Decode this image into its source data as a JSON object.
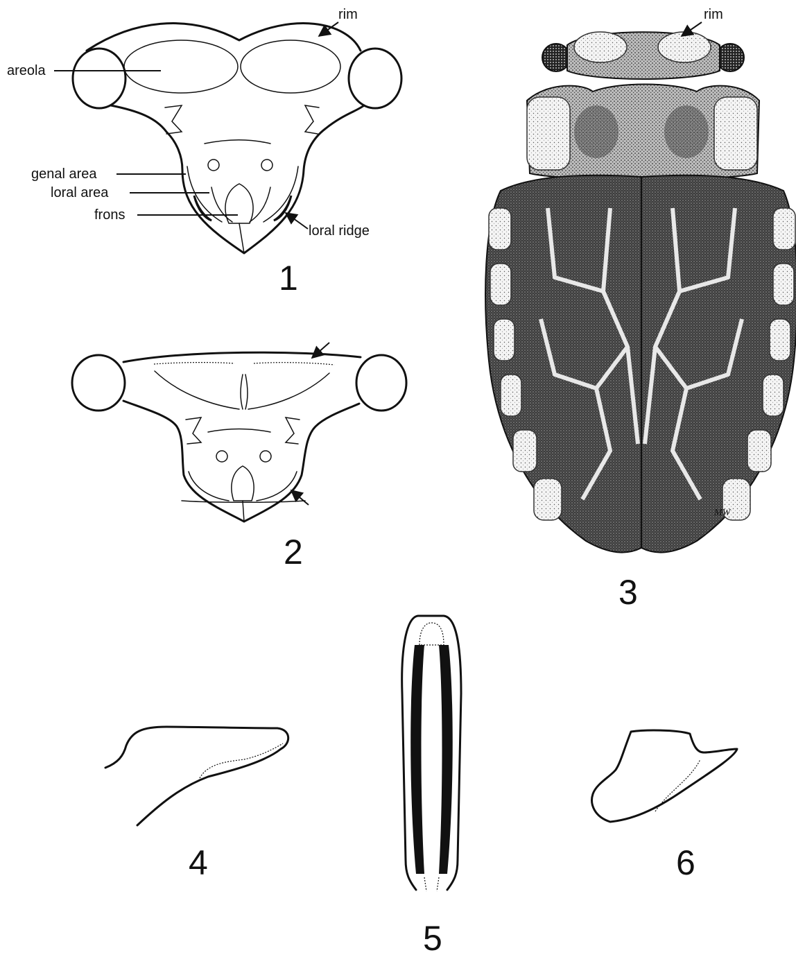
{
  "figures": [
    {
      "id": "fig-1",
      "number": "1",
      "subject": "head capsule, anterior view",
      "labels": [
        "rim",
        "areola",
        "genal area",
        "loral area",
        "frons",
        "loral ridge"
      ]
    },
    {
      "id": "fig-2",
      "number": "2",
      "subject": "head capsule, anterior view (variant)",
      "labels": []
    },
    {
      "id": "fig-3",
      "number": "3",
      "subject": "habitus, dorsal view (stippled)",
      "labels": [
        "rim"
      ],
      "signature": "MW"
    },
    {
      "id": "fig-4",
      "number": "4",
      "subject": "paramere outline",
      "labels": []
    },
    {
      "id": "fig-5",
      "number": "5",
      "subject": "aedeagus, elongate",
      "labels": []
    },
    {
      "id": "fig-6",
      "number": "6",
      "subject": "paramere outline",
      "labels": []
    }
  ],
  "fig1_labels": {
    "rim": "rim",
    "areola": "areola",
    "genal_area": "genal area",
    "loral_area": "loral area",
    "frons": "frons",
    "loral_ridge": "loral ridge"
  },
  "fig3_labels": {
    "rim": "rim",
    "signature": "MW"
  },
  "numbers": {
    "n1": "1",
    "n2": "2",
    "n3": "3",
    "n4": "4",
    "n5": "5",
    "n6": "6"
  },
  "colors": {
    "ink": "#111111",
    "paper": "#ffffff",
    "stipple_dark": "#3a3a3a",
    "stipple_light": "#e6e6e6"
  }
}
